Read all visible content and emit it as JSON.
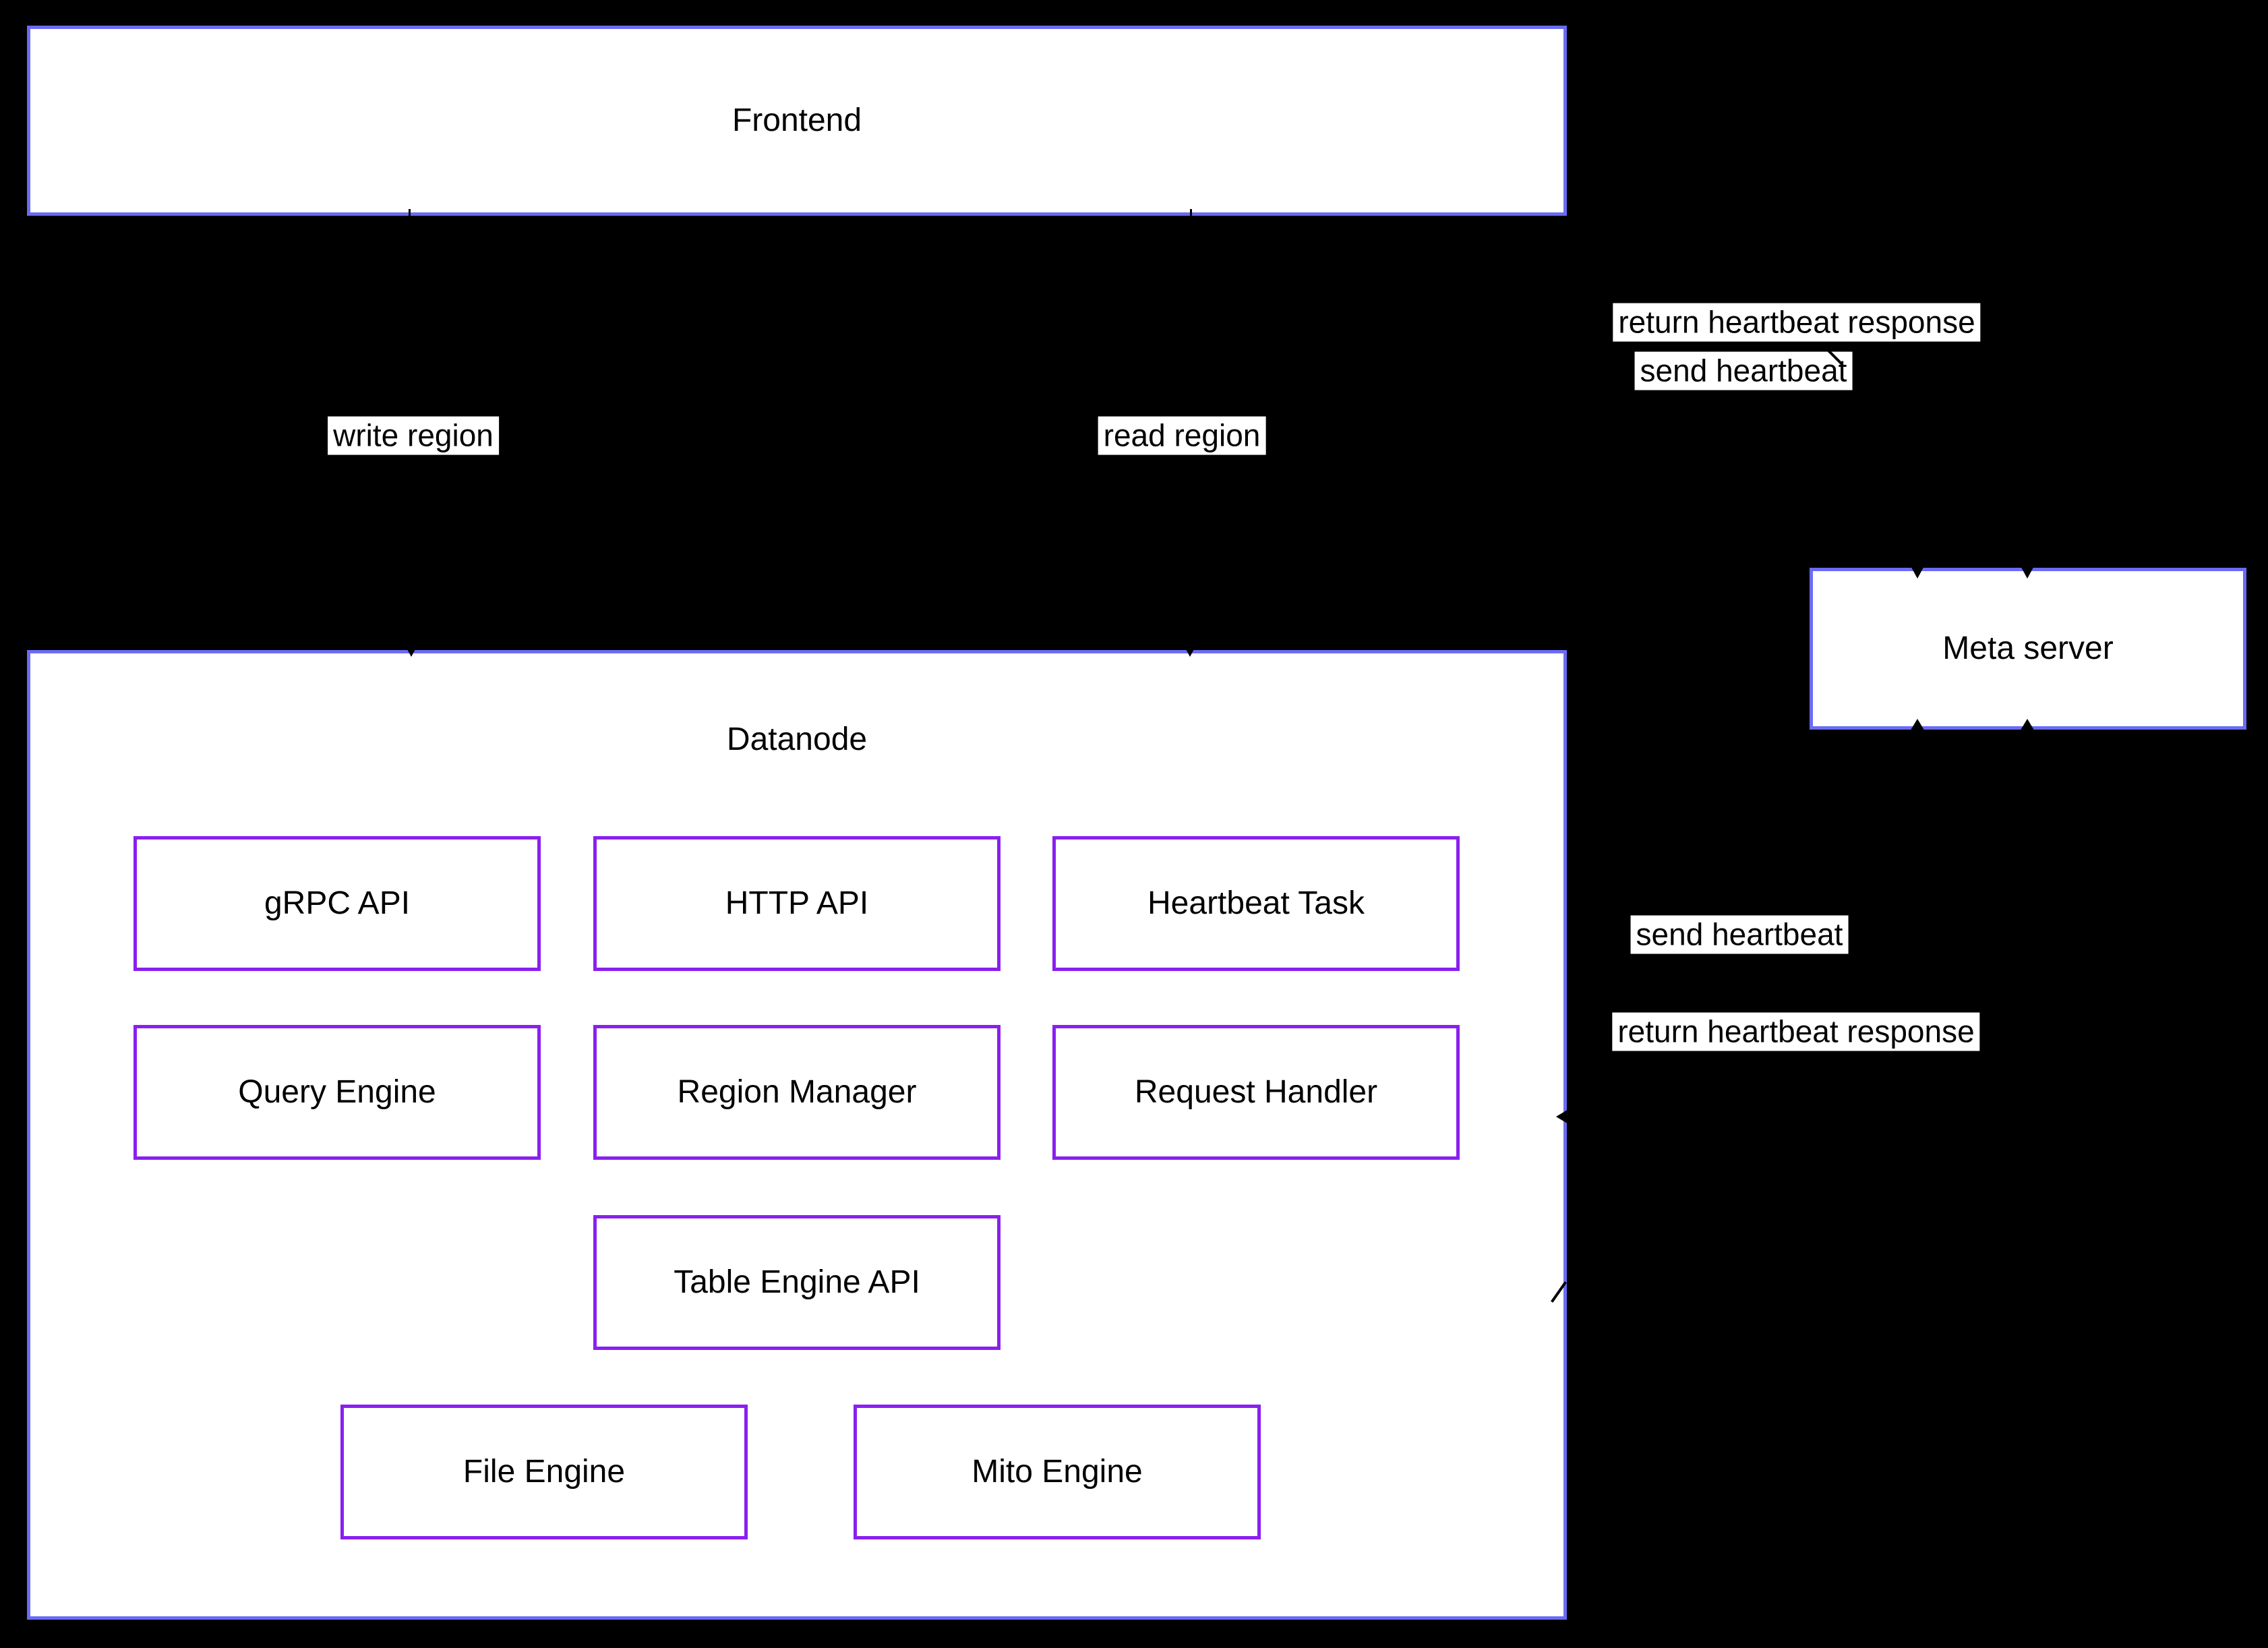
{
  "diagram_type": "architecture-flowchart",
  "colors": {
    "background": "#000000",
    "cluster_border": "#6b6bf5",
    "node_border": "#8a1ff0",
    "box_fill": "#ffffff",
    "label_bg": "#ffffff",
    "text": "#000000"
  },
  "nodes": {
    "frontend": {
      "label": "Frontend"
    },
    "datanode": {
      "label": "Datanode"
    },
    "meta_server": {
      "label": "Meta server"
    },
    "grpc_api": {
      "label": "gRPC API"
    },
    "http_api": {
      "label": "HTTP API"
    },
    "heartbeat_task": {
      "label": "Heartbeat Task"
    },
    "query_engine": {
      "label": "Query Engine"
    },
    "region_manager": {
      "label": "Region Manager"
    },
    "request_handler": {
      "label": "Request Handler"
    },
    "table_engine_api": {
      "label": "Table Engine API"
    },
    "file_engine": {
      "label": "File Engine"
    },
    "mito_engine": {
      "label": "Mito Engine"
    }
  },
  "edge_labels": {
    "write_region": {
      "label": "write region"
    },
    "read_region": {
      "label": "read region"
    },
    "frontend_return_heartbeat": {
      "label": "return heartbeat response"
    },
    "frontend_send_heartbeat": {
      "label": "send heartbeat"
    },
    "datanode_send_heartbeat": {
      "label": "send heartbeat"
    },
    "datanode_return_heartbeat": {
      "label": "return heartbeat response"
    }
  }
}
